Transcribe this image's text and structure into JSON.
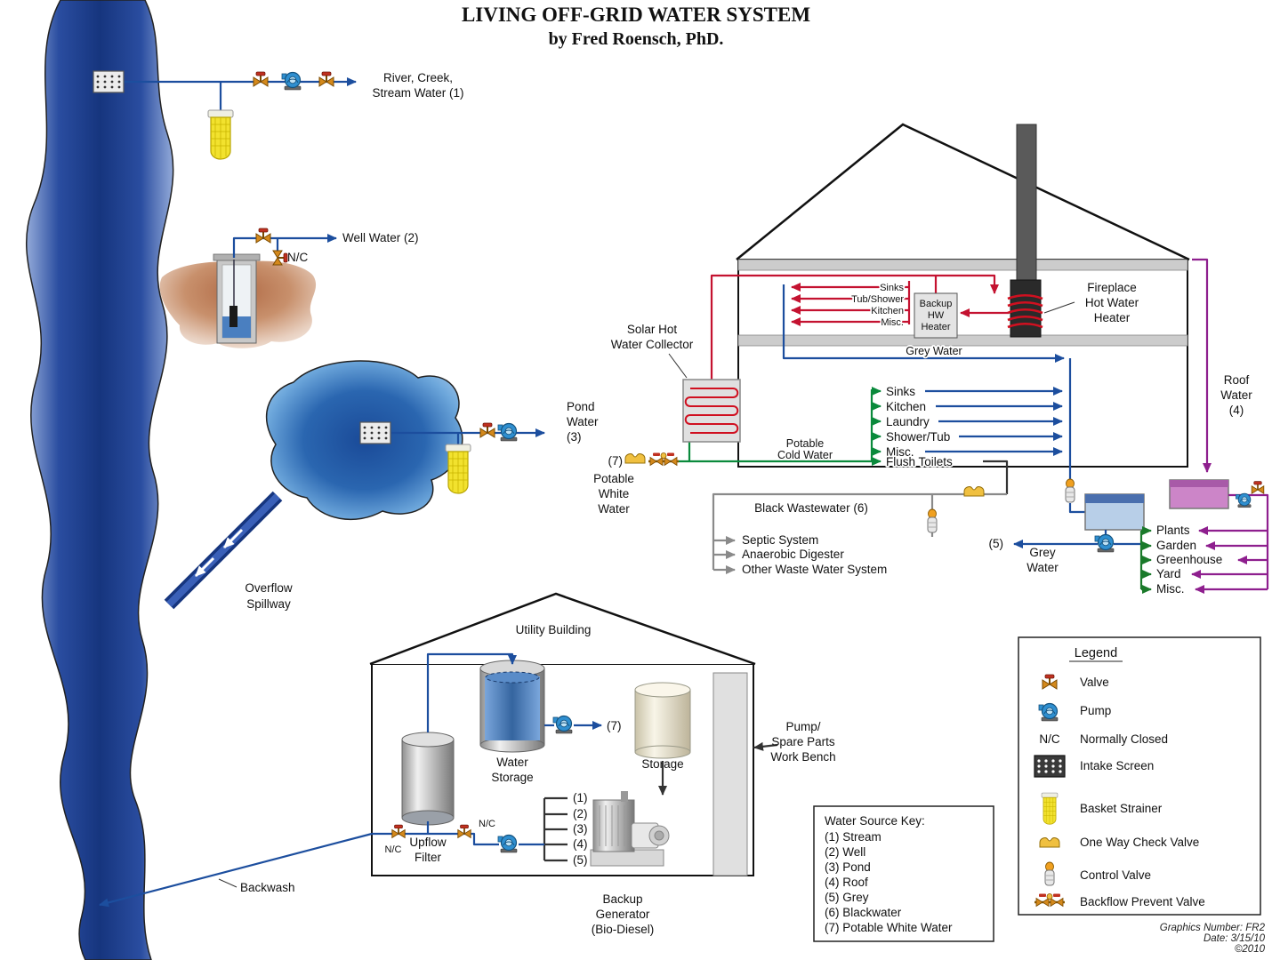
{
  "title": {
    "line1": "LIVING OFF-GRID WATER SYSTEM",
    "line2": "by Fred Roensch, PhD."
  },
  "sources": {
    "stream": {
      "line1": "River, Creek,",
      "line2": "Stream Water (1)"
    },
    "well": {
      "label": "Well Water (2)",
      "nc": "N/C"
    },
    "pond": {
      "line1": "Pond",
      "line2": "Water",
      "line3": "(3)"
    },
    "roof": {
      "line1": "Roof",
      "line2": "Water",
      "line3": "(4)"
    }
  },
  "overflow": {
    "line1": "Overflow",
    "line2": "Spillway"
  },
  "house": {
    "solar": {
      "line1": "Solar Hot",
      "line2": "Water Collector"
    },
    "backup_heater": {
      "line1": "Backup",
      "line2": "HW",
      "line3": "Heater"
    },
    "fireplace": {
      "line1": "Fireplace",
      "line2": "Hot Water",
      "line3": "Heater"
    },
    "hot_fixtures": [
      "Sinks",
      "Tub/Shower",
      "Kitchen",
      "Misc."
    ],
    "grey_water": "Grey Water",
    "cold_fixtures": [
      "Sinks",
      "Kitchen",
      "Laundry",
      "Shower/Tub",
      "Misc."
    ],
    "flush_toilets": "Flush Toilets",
    "potable_cold": {
      "line1": "Potable",
      "line2": "Cold Water"
    },
    "potable_white": {
      "num": "(7)",
      "line1": "Potable",
      "line2": "White",
      "line3": "Water"
    }
  },
  "wastewater": {
    "label": "Black Wastewater (6)",
    "destinations": [
      "Septic System",
      "Anaerobic Digester",
      "Other Waste Water System"
    ]
  },
  "greywater": {
    "num": "(5)",
    "line1": "Grey",
    "line2": "Water",
    "irrigation": [
      "Plants",
      "Garden",
      "Greenhouse",
      "Yard",
      "Misc."
    ]
  },
  "utility": {
    "label": "Utility Building",
    "water_storage": {
      "line1": "Water",
      "line2": "Storage"
    },
    "storage_label": "Storage",
    "upflow": {
      "line1": "Upflow",
      "line2": "Filter"
    },
    "generator": {
      "line1": "Backup",
      "line2": "Generator",
      "line3": "(Bio-Diesel)"
    },
    "bench": {
      "line1": "Pump/",
      "line2": "Spare Parts",
      "line3": "Work Bench"
    },
    "out_num": "(7)",
    "inputs": [
      "(1)",
      "(2)",
      "(3)",
      "(4)",
      "(5)"
    ],
    "nc_left": "N/C",
    "nc_right": "N/C",
    "backwash": "Backwash"
  },
  "source_key": {
    "title": "Water Source Key:",
    "items": [
      "(1) Stream",
      "(2) Well",
      "(3) Pond",
      "(4) Roof",
      "(5) Grey",
      "(6) Blackwater",
      "(7) Potable White Water"
    ]
  },
  "legend": {
    "title": "Legend",
    "nc_symbol": "N/C",
    "items": [
      {
        "label": "Valve"
      },
      {
        "label": "Pump"
      },
      {
        "label": "Normally Closed"
      },
      {
        "label": "Intake Screen"
      },
      {
        "label": "Basket Strainer"
      },
      {
        "label": "One Way Check Valve"
      },
      {
        "label": "Control Valve"
      },
      {
        "label": "Backflow Prevent Valve"
      }
    ]
  },
  "footer": {
    "line1": "Graphics Number: FR2",
    "line2": "Date: 3/15/10",
    "line3": "©2010"
  },
  "colors": {
    "potable_line": "#1c4e9e",
    "hot_line": "#c41230",
    "cold_supply_line": "#0a8a3c",
    "roof_line": "#8e1f8e",
    "waste_line": "#8a8a8a",
    "irrigation_line": "#1a7a2a",
    "river_dark": "#16357e",
    "strainer_yellow": "#f2e22e"
  }
}
